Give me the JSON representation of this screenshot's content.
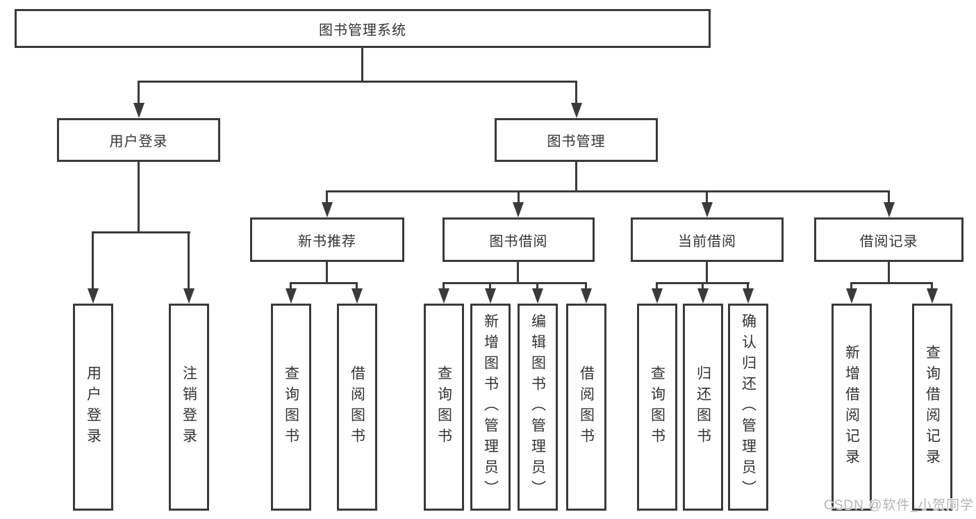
{
  "diagram": {
    "root": "图书管理系统",
    "branches": [
      {
        "label": "用户登录",
        "children": [
          "用户登录",
          "注销登录"
        ]
      },
      {
        "label": "图书管理",
        "groups": [
          {
            "label": "新书推荐",
            "children": [
              "查询图书",
              "借阅图书"
            ]
          },
          {
            "label": "图书借阅",
            "children": [
              "查询图书",
              "新增图书（管理员）",
              "编辑图书（管理员）",
              "借阅图书"
            ]
          },
          {
            "label": "当前借阅",
            "children": [
              "查询图书",
              "归还图书",
              "确认归还（管理员）"
            ]
          },
          {
            "label": "借阅记录",
            "children": [
              "新增借阅记录",
              "查询借阅记录"
            ]
          }
        ]
      }
    ],
    "watermark": "CSDN @软件_小贺同学",
    "colors": {
      "line": "#3a3a3a",
      "text": "#333333",
      "background": "#ffffff",
      "watermark": "#b4b5b9"
    }
  }
}
